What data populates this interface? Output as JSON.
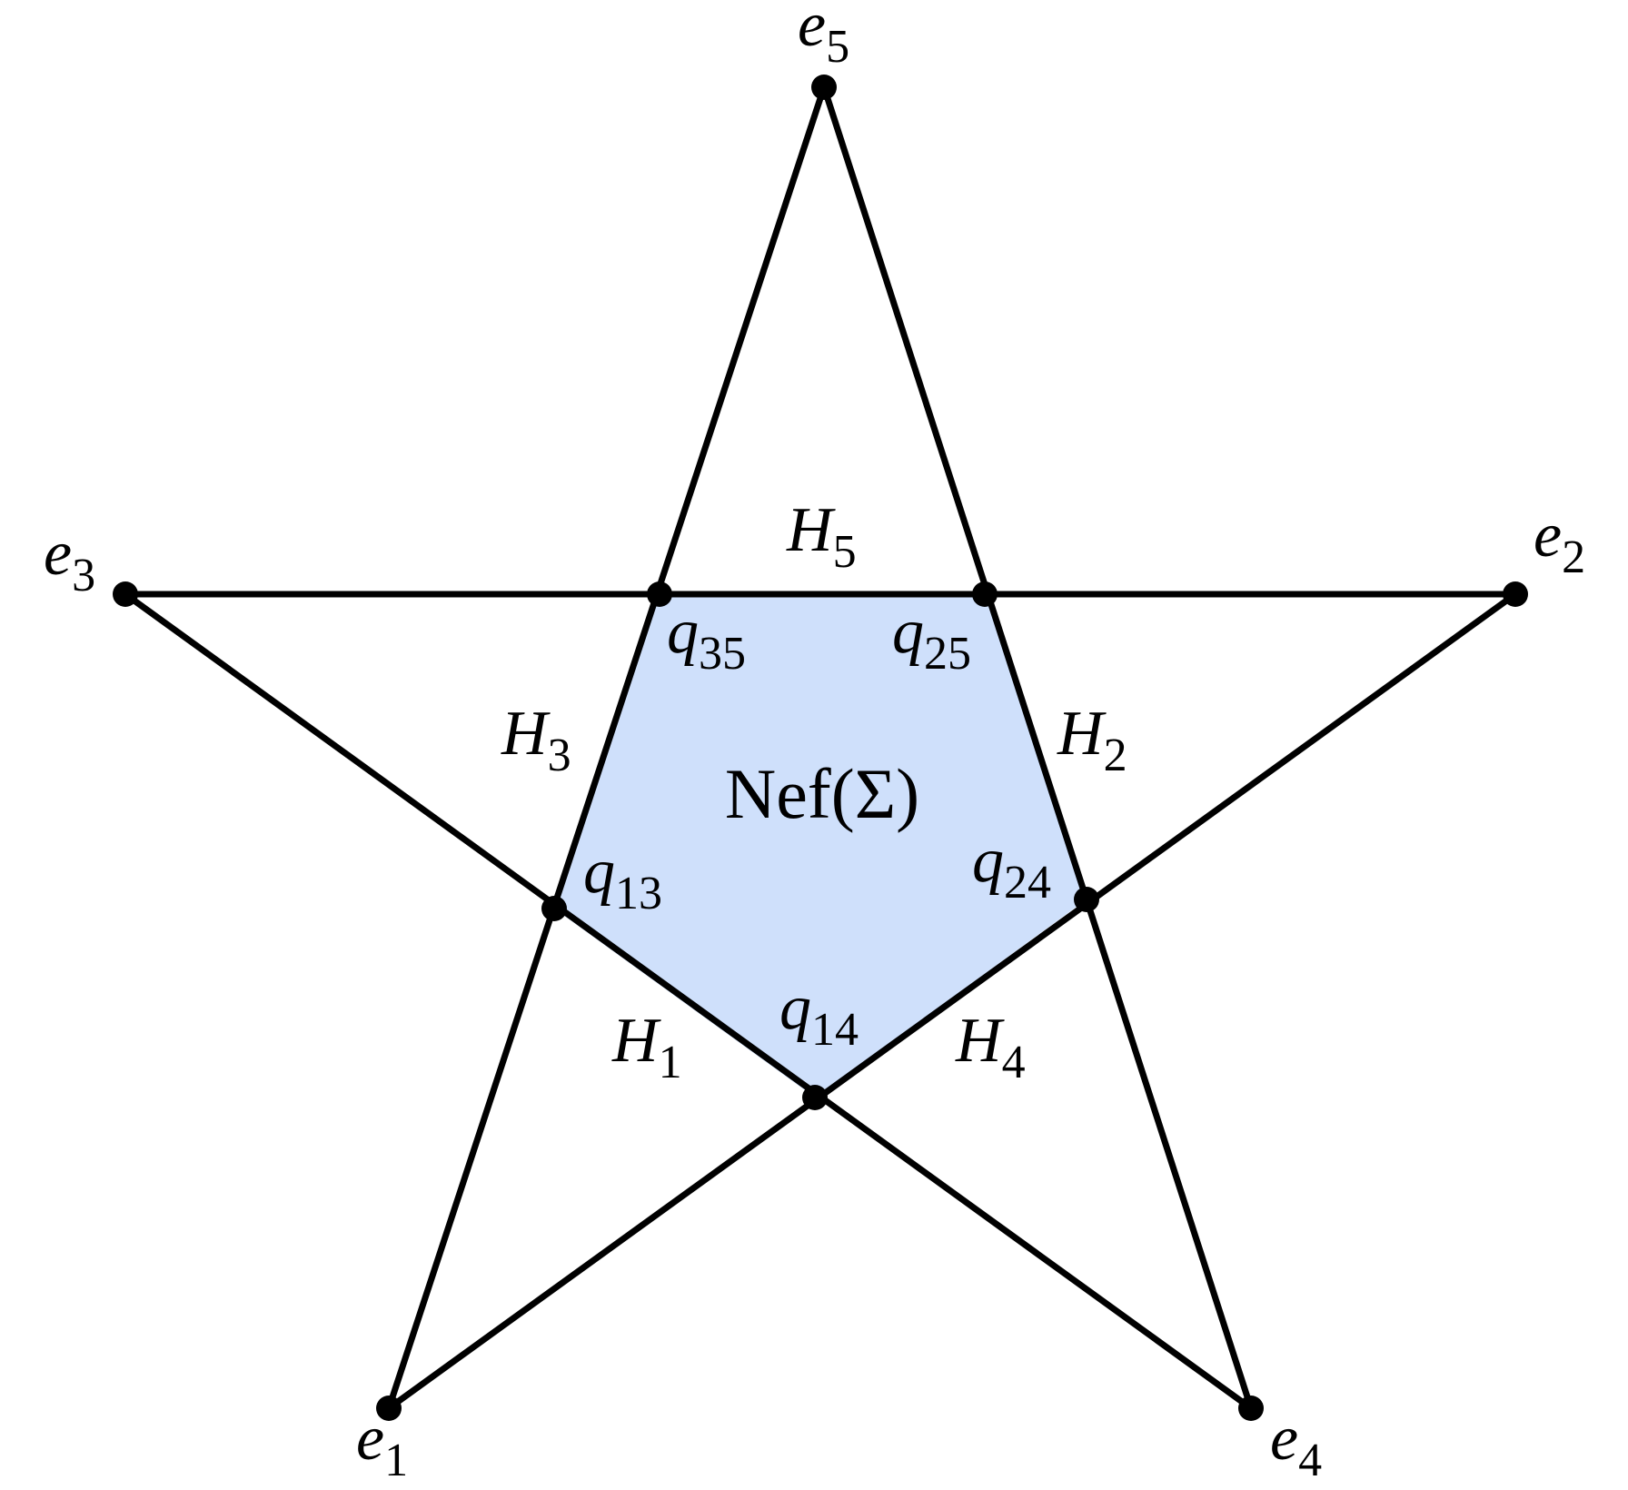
{
  "colors": {
    "region_fill": "#cfe0fb",
    "line": "#000000",
    "background": "#ffffff"
  },
  "region": {
    "label": "Nef(Σ)"
  },
  "points": {
    "e1": {
      "base": "e",
      "sub": "1"
    },
    "e2": {
      "base": "e",
      "sub": "2"
    },
    "e3": {
      "base": "e",
      "sub": "3"
    },
    "e4": {
      "base": "e",
      "sub": "4"
    },
    "e5": {
      "base": "e",
      "sub": "5"
    },
    "q13": {
      "base": "q",
      "sub": "13"
    },
    "q14": {
      "base": "q",
      "sub": "14"
    },
    "q24": {
      "base": "q",
      "sub": "24"
    },
    "q25": {
      "base": "q",
      "sub": "25"
    },
    "q35": {
      "base": "q",
      "sub": "35"
    }
  },
  "hyperplanes": {
    "H1": {
      "base": "H",
      "sub": "1"
    },
    "H2": {
      "base": "H",
      "sub": "2"
    },
    "H3": {
      "base": "H",
      "sub": "3"
    },
    "H4": {
      "base": "H",
      "sub": "4"
    },
    "H5": {
      "base": "H",
      "sub": "5"
    }
  }
}
